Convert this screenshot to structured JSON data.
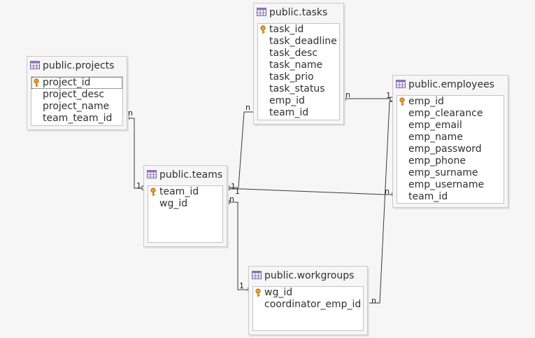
{
  "diagram": {
    "tables": [
      {
        "id": "projects",
        "title": "public.projects",
        "columns": [
          "project_id",
          "project_desc",
          "project_name",
          "team_team_id"
        ],
        "key_column": "project_id"
      },
      {
        "id": "tasks",
        "title": "public.tasks",
        "columns": [
          "task_id",
          "task_deadline",
          "task_desc",
          "task_name",
          "task_prio",
          "task_status",
          "emp_id",
          "team_id"
        ],
        "key_column": "task_id"
      },
      {
        "id": "employees",
        "title": "public.employees",
        "columns": [
          "emp_id",
          "emp_clearance",
          "emp_email",
          "emp_name",
          "emp_password",
          "emp_phone",
          "emp_surname",
          "emp_username",
          "team_id"
        ],
        "key_column": "emp_id"
      },
      {
        "id": "teams",
        "title": "public.teams",
        "columns": [
          "team_id",
          "wg_id"
        ],
        "key_column": "team_id"
      },
      {
        "id": "workgroups",
        "title": "public.workgroups",
        "columns": [
          "wg_id",
          "coordinator_emp_id"
        ],
        "key_column": "wg_id"
      }
    ],
    "relations": [
      {
        "from": "projects.team_team_id",
        "to": "teams.team_id",
        "from_card": "n",
        "to_card": "1"
      },
      {
        "from": "tasks.team_id",
        "to": "teams.team_id",
        "from_card": "n",
        "to_card": "1"
      },
      {
        "from": "tasks.emp_id",
        "to": "employees.emp_id",
        "from_card": "n",
        "to_card": "1"
      },
      {
        "from": "employees.team_id",
        "to": "teams.team_id",
        "from_card": "n",
        "to_card": "1"
      },
      {
        "from": "teams.wg_id",
        "to": "workgroups.wg_id",
        "from_card": "n",
        "to_card": "1"
      },
      {
        "from": "workgroups.coordinator_emp_id",
        "to": "employees.emp_id",
        "from_card": "n",
        "to_card": "1"
      }
    ]
  }
}
